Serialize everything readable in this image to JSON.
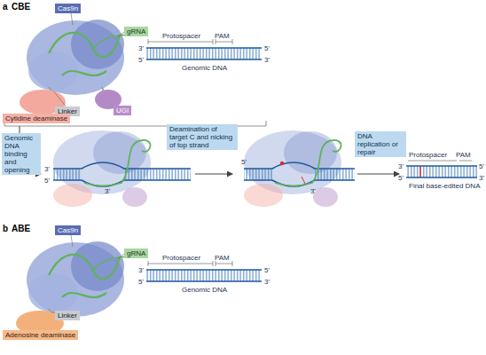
{
  "diagram": {
    "nodes": [
      {
        "text": [
          "Cas9n"
        ]
      },
      {
        "text": [
          "gRNA"
        ]
      },
      {
        "text": [
          "Linker"
        ]
      },
      {
        "text": [
          "Cytidine deaminase"
        ]
      },
      {
        "text": [
          "UGI"
        ]
      },
      {
        "text": [
          "Genomic DNA binding and opening"
        ]
      },
      {
        "text": [
          "Deamination of target C and nicking of top strand"
        ]
      },
      {
        "text": [
          "DNA replication or repair"
        ]
      },
      {
        "text": [
          "Cas9n"
        ]
      },
      {
        "text": [
          "gRNA"
        ]
      },
      {
        "text": [
          "Linker"
        ]
      },
      {
        "text": [
          "Adenosine deaminase"
        ]
      }
    ],
    "labels": [
      "a",
      "CBE",
      "Protospacer",
      "PAM",
      "3'",
      "5'",
      "Genomic DNA",
      "5'",
      "3'",
      "3'",
      "5'",
      "3'",
      "5'",
      "3'",
      "Protospacer",
      "PAM",
      "3'",
      "5'",
      "5'",
      "3'",
      "Final base-edited DNA",
      "b",
      "ABE",
      "Protospacer",
      "PAM",
      "3'",
      "5'",
      "Genomic DNA",
      "5'",
      "3'"
    ]
  }
}
